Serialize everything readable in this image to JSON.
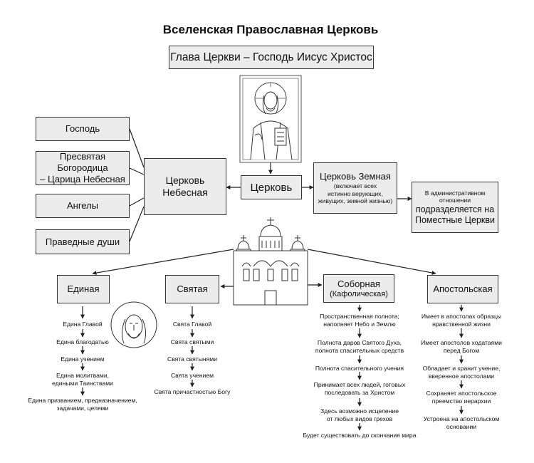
{
  "title": "Вселенская Православная Церковь",
  "head": "Глава Церкви – Господь Иисус Христос",
  "church": "Церковь",
  "heavenly": {
    "title1": "Церковь",
    "title2": "Небесная",
    "items": [
      "Господь",
      "Пресвятая Богородица",
      "– Царица Небесная",
      "Ангелы",
      "Праведные души"
    ]
  },
  "earthly": {
    "title": "Церковь Земная",
    "sub": [
      "(включает всех",
      "истинно верующих,",
      "живущих, земной жизнью)"
    ]
  },
  "local": {
    "line1": "В административном",
    "line2": "отношении",
    "line3": "подразделяется на",
    "line4": "Поместные Церкви"
  },
  "attributes": {
    "one": {
      "label": "Единая",
      "items": [
        "Едина Главой",
        "Едина благодатью",
        "Едина учением",
        "Едина молитвами,",
        "едиными Таинствами",
        "Едина призванием, предназначением,",
        "задачами, целями"
      ]
    },
    "holy": {
      "label": "Святая",
      "items": [
        "Свята Главой",
        "Свята святыми",
        "Свята святынями",
        "Свята учением",
        "Свята причастностью Богу"
      ]
    },
    "catholic": {
      "label": "Соборная",
      "sub": "(Кафолическая)",
      "items": [
        "Пространственная полнота;",
        "наполняет Небо и Землю",
        "Полнота даров Святого Духа,",
        "полнота спасительных средств",
        "Полнота спасительного учения",
        "Принимает всех людей, готовых",
        "последовать за Христом",
        "Здесь возможно исцеление",
        "от любых видов грехов",
        "Будет существовать до скончания мира"
      ]
    },
    "apostolic": {
      "label": "Апостольская",
      "items": [
        "Имеет в апостолах образцы",
        "нравственной жизни",
        "Имеет апостолов ходатаями",
        "перед Богом",
        "Обладает и хранит учение,",
        "вверенное апостолами",
        "Сохраняет апостольское",
        "преемство иерархии",
        "Устроена на апостольском",
        "основании"
      ]
    }
  }
}
